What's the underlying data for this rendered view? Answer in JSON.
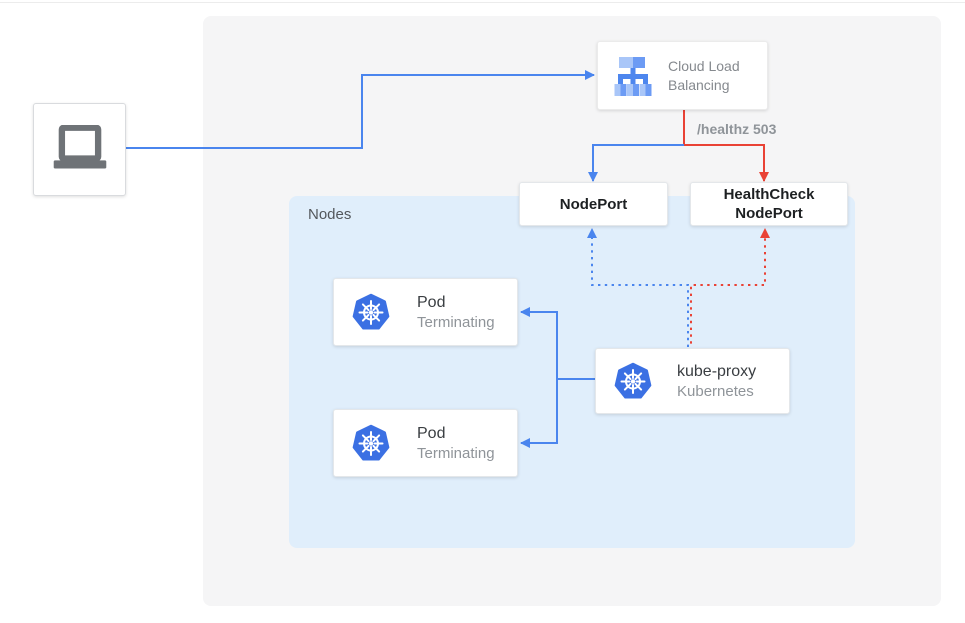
{
  "colors": {
    "blue": "#4a85ee",
    "red": "#e94235",
    "panel_gray": "#f5f5f6",
    "panel_blue": "#e0eefb",
    "k8s_blue": "#3b70e3",
    "lb_light": "#a9c6f8",
    "lb_mid": "#6c9bf4",
    "lb_dark": "#4d86ee",
    "laptop_gray": "#6f7377",
    "text_dark": "#1d2022",
    "text_gray": "#8f9499"
  },
  "diagram": {
    "nodes_panel_label": "Nodes",
    "client": {
      "icon": "laptop-icon"
    },
    "cloud_load_balancing": {
      "label": "Cloud Load Balancing",
      "icon": "load-balancer-icon"
    },
    "healthz_label": "/healthz 503",
    "nodeport": {
      "label": "NodePort"
    },
    "healthcheck_nodeport": {
      "label": "HealthCheck NodePort"
    },
    "pods": [
      {
        "title": "Pod",
        "subtitle": "Terminating",
        "icon": "kubernetes-icon"
      },
      {
        "title": "Pod",
        "subtitle": "Terminating",
        "icon": "kubernetes-icon"
      }
    ],
    "kube_proxy": {
      "title": "kube-proxy",
      "subtitle": "Kubernetes",
      "icon": "kubernetes-icon"
    }
  }
}
